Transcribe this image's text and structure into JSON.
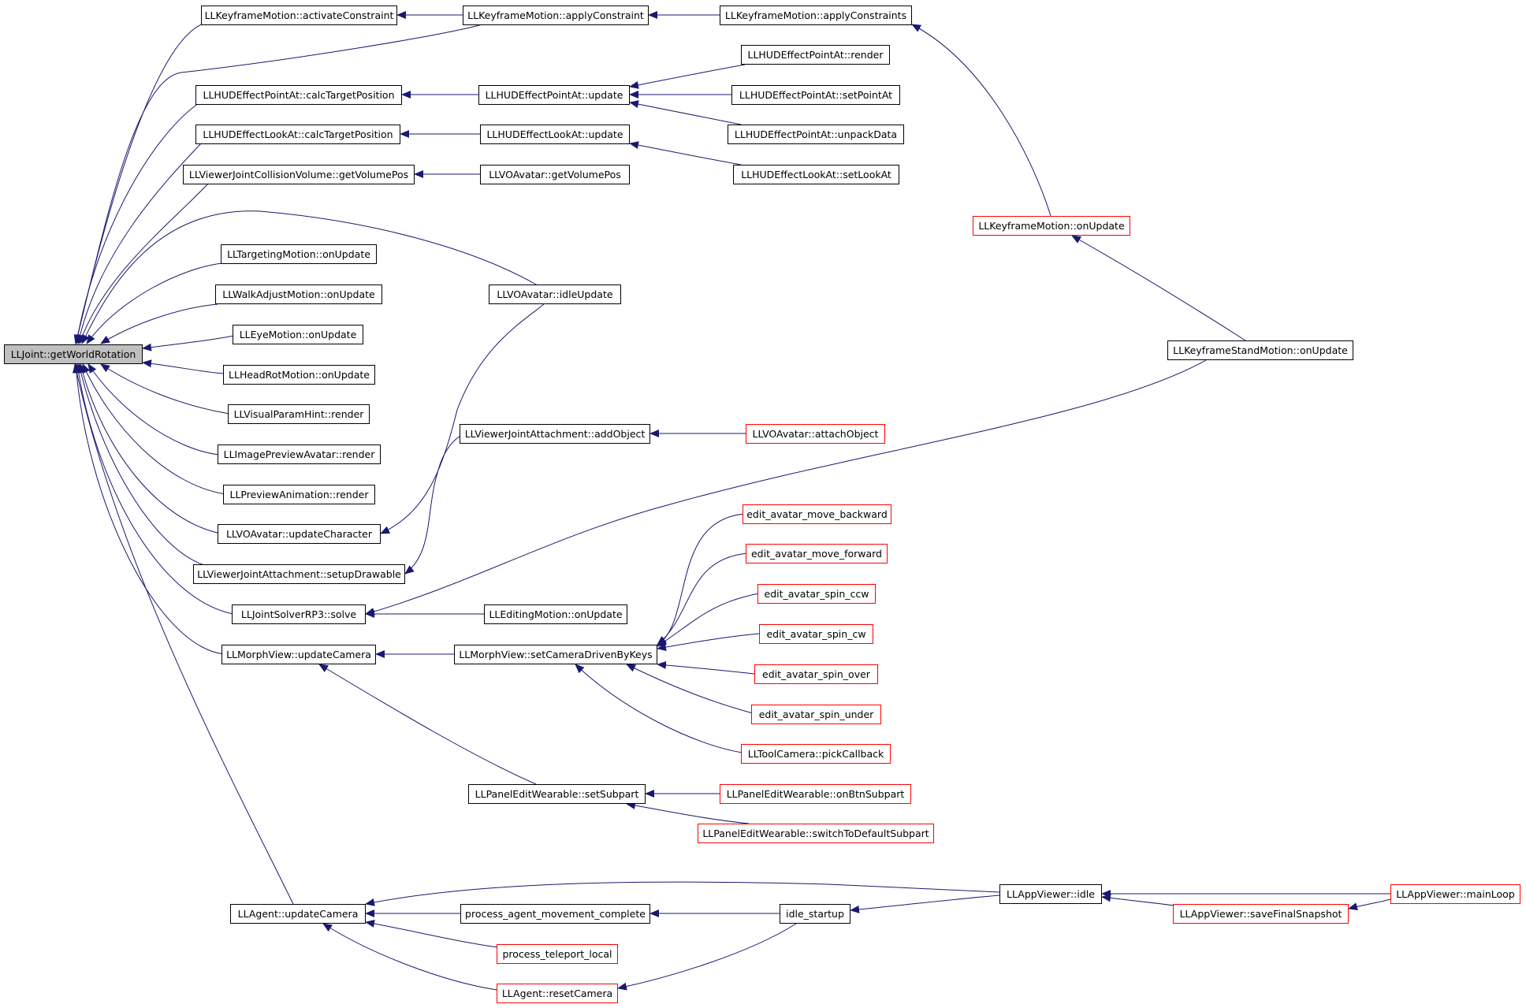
{
  "colors": {
    "edge": "#191970",
    "truncated_border": "#ff0000",
    "root_fill": "#bfbfbf"
  },
  "nodes": {
    "n_root": {
      "label": "LLJoint::getWorldRotation",
      "truncated": false,
      "root": true
    },
    "n_activateConstraint": {
      "label": "LLKeyframeMotion::activateConstraint",
      "truncated": false
    },
    "n_applyConstraint": {
      "label": "LLKeyframeMotion::applyConstraint",
      "truncated": false
    },
    "n_applyConstraints": {
      "label": "LLKeyframeMotion::applyConstraints",
      "truncated": false
    },
    "n_hudPointRender": {
      "label": "LLHUDEffectPointAt::render",
      "truncated": false
    },
    "n_hudPointCalc": {
      "label": "LLHUDEffectPointAt::calcTargetPosition",
      "truncated": false
    },
    "n_hudPointUpdate": {
      "label": "LLHUDEffectPointAt::update",
      "truncated": false
    },
    "n_hudPointSet": {
      "label": "LLHUDEffectPointAt::setPointAt",
      "truncated": false
    },
    "n_hudLookCalc": {
      "label": "LLHUDEffectLookAt::calcTargetPosition",
      "truncated": false
    },
    "n_hudLookUpdate": {
      "label": "LLHUDEffectLookAt::update",
      "truncated": false
    },
    "n_hudPointUnpack": {
      "label": "LLHUDEffectPointAt::unpackData",
      "truncated": false
    },
    "n_collisionGetVolume": {
      "label": "LLViewerJointCollisionVolume::getVolumePos",
      "truncated": false
    },
    "n_voGetVolume": {
      "label": "LLVOAvatar::getVolumePos",
      "truncated": false
    },
    "n_hudLookSet": {
      "label": "LLHUDEffectLookAt::setLookAt",
      "truncated": false
    },
    "n_kfOnUpdate": {
      "label": "LLKeyframeMotion::onUpdate",
      "truncated": true
    },
    "n_targeting": {
      "label": "LLTargetingMotion::onUpdate",
      "truncated": false
    },
    "n_walkAdjust": {
      "label": "LLWalkAdjustMotion::onUpdate",
      "truncated": false
    },
    "n_voIdle": {
      "label": "LLVOAvatar::idleUpdate",
      "truncated": false
    },
    "n_eyeMotion": {
      "label": "LLEyeMotion::onUpdate",
      "truncated": false
    },
    "n_kfStand": {
      "label": "LLKeyframeStandMotion::onUpdate",
      "truncated": false
    },
    "n_headRot": {
      "label": "LLHeadRotMotion::onUpdate",
      "truncated": false
    },
    "n_visualParam": {
      "label": "LLVisualParamHint::render",
      "truncated": false
    },
    "n_attAddObject": {
      "label": "LLViewerJointAttachment::addObject",
      "truncated": false
    },
    "n_voAttach": {
      "label": "LLVOAvatar::attachObject",
      "truncated": true
    },
    "n_imagePreview": {
      "label": "LLImagePreviewAvatar::render",
      "truncated": false
    },
    "n_previewAnim": {
      "label": "LLPreviewAnimation::render",
      "truncated": false
    },
    "n_editBackward": {
      "label": "edit_avatar_move_backward",
      "truncated": true
    },
    "n_voUpdateChar": {
      "label": "LLVOAvatar::updateCharacter",
      "truncated": false
    },
    "n_editForward": {
      "label": "edit_avatar_move_forward",
      "truncated": true
    },
    "n_attSetup": {
      "label": "LLViewerJointAttachment::setupDrawable",
      "truncated": false
    },
    "n_spinCcw": {
      "label": "edit_avatar_spin_ccw",
      "truncated": true
    },
    "n_rp3Solve": {
      "label": "LLJointSolverRP3::solve",
      "truncated": false
    },
    "n_editingMotion": {
      "label": "LLEditingMotion::onUpdate",
      "truncated": false
    },
    "n_spinCw": {
      "label": "edit_avatar_spin_cw",
      "truncated": true
    },
    "n_morphUpdateCam": {
      "label": "LLMorphView::updateCamera",
      "truncated": false
    },
    "n_morphSetCam": {
      "label": "LLMorphView::setCameraDrivenByKeys",
      "truncated": false
    },
    "n_spinOver": {
      "label": "edit_avatar_spin_over",
      "truncated": true
    },
    "n_spinUnder": {
      "label": "edit_avatar_spin_under",
      "truncated": true
    },
    "n_toolCam": {
      "label": "LLToolCamera::pickCallback",
      "truncated": true
    },
    "n_panelSetSubpart": {
      "label": "LLPanelEditWearable::setSubpart",
      "truncated": false
    },
    "n_panelOnBtn": {
      "label": "LLPanelEditWearable::onBtnSubpart",
      "truncated": true
    },
    "n_panelSwitch": {
      "label": "LLPanelEditWearable::switchToDefaultSubpart",
      "truncated": true
    },
    "n_appIdle": {
      "label": "LLAppViewer::idle",
      "truncated": false
    },
    "n_appMainLoop": {
      "label": "LLAppViewer::mainLoop",
      "truncated": true
    },
    "n_agentUpdateCam": {
      "label": "LLAgent::updateCamera",
      "truncated": false
    },
    "n_procAgentMove": {
      "label": "process_agent_movement_complete",
      "truncated": false
    },
    "n_idleStartup": {
      "label": "idle_startup",
      "truncated": false
    },
    "n_appSaveSnap": {
      "label": "LLAppViewer::saveFinalSnapshot",
      "truncated": true
    },
    "n_procTeleport": {
      "label": "process_teleport_local",
      "truncated": true
    },
    "n_agentReset": {
      "label": "LLAgent::resetCamera",
      "truncated": true
    }
  }
}
